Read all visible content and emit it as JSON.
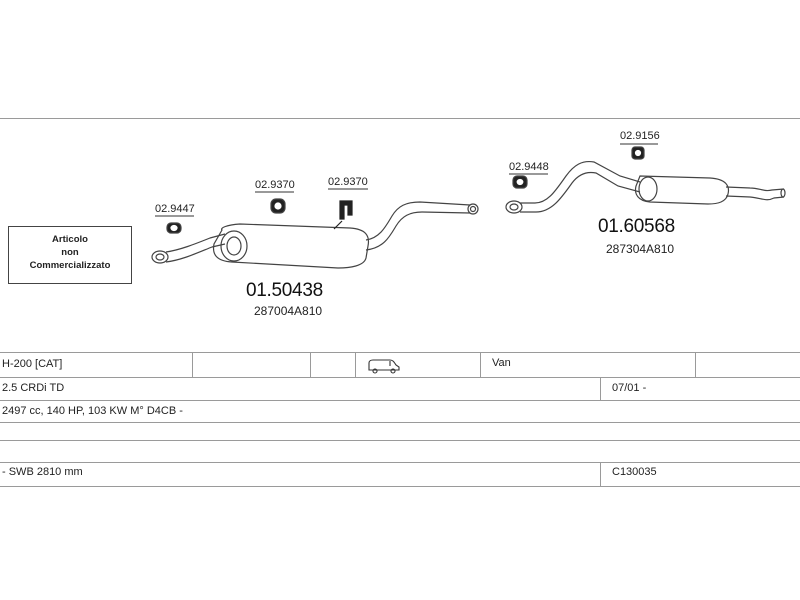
{
  "notice": {
    "lines": [
      "Articolo",
      "non",
      "Commercializzato"
    ]
  },
  "parts": {
    "front_pipe": {
      "part_no": "01.50438",
      "ref_no": "287004A810"
    },
    "rear_section": {
      "part_no": "01.60568",
      "ref_no": "287304A810"
    }
  },
  "clamps": [
    {
      "label": "02.9447"
    },
    {
      "label": "02.9370"
    },
    {
      "label": "02.9370"
    },
    {
      "label": "02.9448"
    },
    {
      "label": "02.9156"
    }
  ],
  "vehicle": {
    "model": "H-200  [CAT]",
    "body_icon": "van-icon",
    "body_type": "Van",
    "engine": "2.5 CRDi TD",
    "production": "07/01 -",
    "specs": "2497 cc, 140 HP, 103 KW M° D4CB -",
    "wheelbase": "- SWB 2810 mm",
    "code": "C130035"
  },
  "colors": {
    "line": "#9a9a9a",
    "ink": "#333333"
  }
}
